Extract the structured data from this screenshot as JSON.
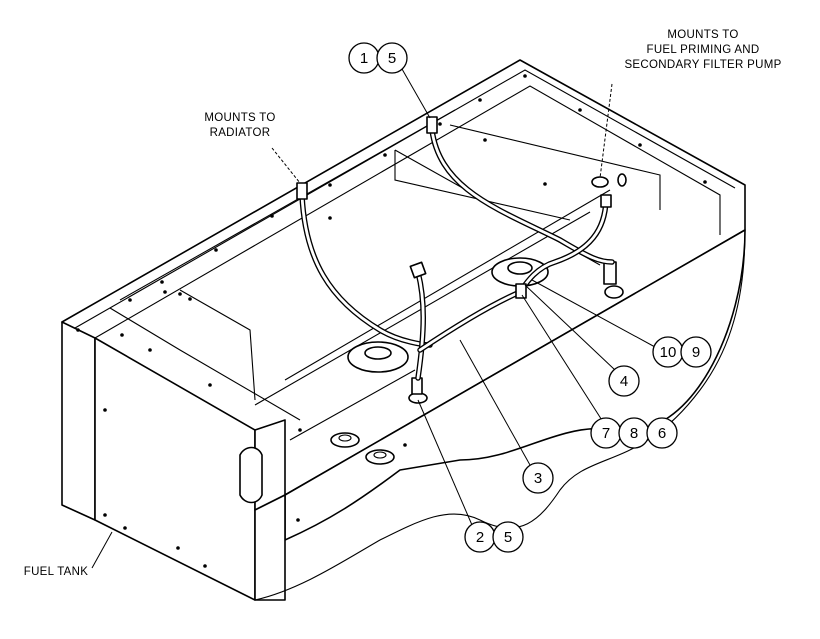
{
  "notes": {
    "mounts_radiator_line1": "MOUNTS TO",
    "mounts_radiator_line2": "RADIATOR",
    "mounts_pump_line1": "MOUNTS TO",
    "mounts_pump_line2": "FUEL PRIMING AND",
    "mounts_pump_line3": "SECONDARY FILTER PUMP",
    "fuel_tank": "FUEL TANK"
  },
  "callouts": {
    "top_a": "1",
    "top_b": "5",
    "right_a": "10",
    "right_b": "9",
    "c4": "4",
    "mid_a": "7",
    "mid_b": "8",
    "mid_c": "6",
    "c3": "3",
    "bottom_a": "2",
    "bottom_b": "5"
  }
}
